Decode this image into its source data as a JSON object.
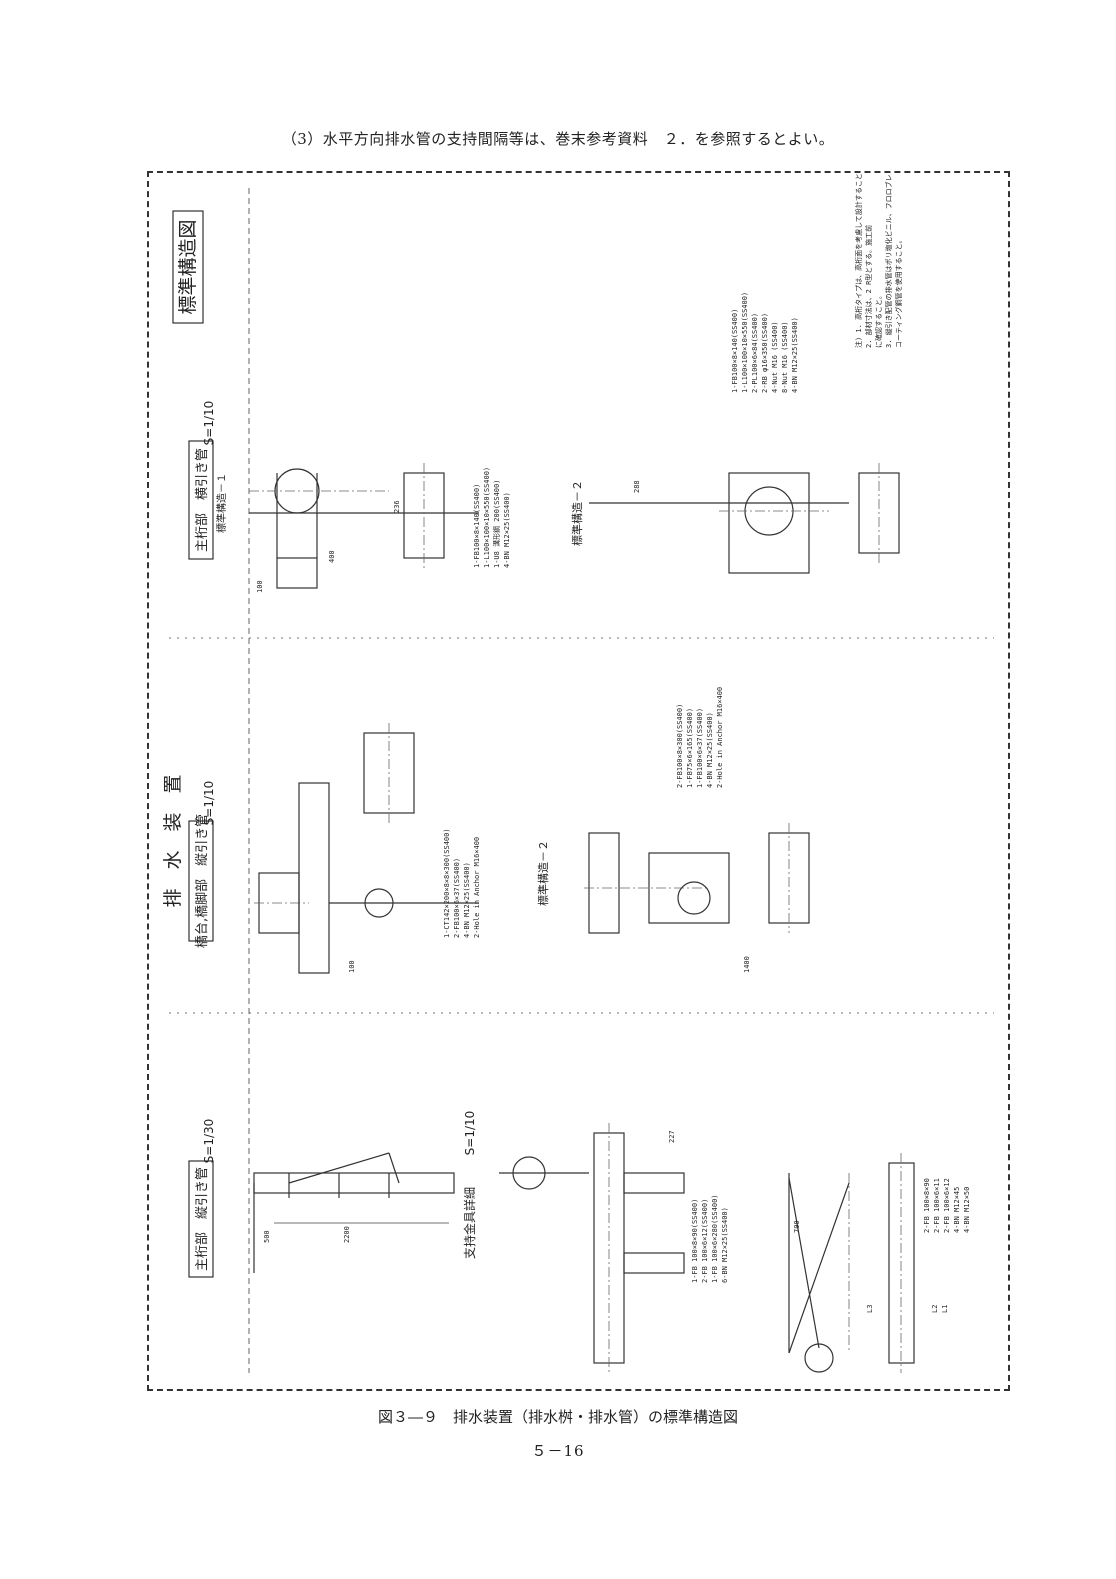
{
  "header_note": "（3）水平方向排水管の支持間隔等は、巻末参考資料　２．を参照するとよい。",
  "drawing": {
    "title_box": "標準構造図",
    "main_title": "排　水　装　置",
    "sections": {
      "left_top": "主桁部　横引き管",
      "left_top_scale": "S=1/10",
      "struct_1": "標準構造－１",
      "struct_2": "標準構造－２",
      "middle_top": "橋台,橋脚部　縦引き管",
      "middle_scale": "S=1/10",
      "bottom_title": "主桁部　縦引き管",
      "bottom_scale": "S=1/30",
      "support_detail": "支持金具詳細",
      "support_scale": "S=1/10"
    },
    "notes": [
      "注) 1. 高桁タイプは、高桁面を考慮して設計すること。",
      "2. 部材寸法は、2 R型とする。施工前",
      "に確認すること。",
      "3. 縦引き配管の排水管はポリ塩化ビニル、フロロブレン",
      "コーティング鋼管を使用すること。"
    ],
    "parts_lists": {
      "p1": [
        "1-FB100×8×140(SS400)",
        "1-L100×100×10×550(SS400)",
        "2-PL100×6×84(SS400)",
        "2-RB φ16×350(SS400)",
        "4-Nut M16 (SS400)",
        "8-Nut M16 (SS400)",
        "4-BN M12×25(SS400)"
      ],
      "p2": [
        "1-FB100×8×140(SS400)",
        "1-L100×100×10×550(SS400)",
        "1-U8 溝形鋼 200(SS400)",
        "4-BN M12×25(SS400)"
      ],
      "p3": [
        "2-FB100×8×300(SS400)",
        "1-FB75×6×165(SS400)",
        "1-FB100×6×37(SS400)",
        "4-BN M12×25(SS400)",
        "2-Hole in Anchor M16×400"
      ],
      "p4": [
        "1-CT142×200×8×8×300(SS400)",
        "2-FB100×6×37(SS400)",
        "4-BN M12×25(SS400)",
        "2-Hole in Anchor M16×400"
      ],
      "p5": [
        "1-FB 100×8×90(SS400)",
        "2-FB 100×6×12(SS400)",
        "1-FB 100×6×280(SS400)",
        "6-BN M12×25(SS400)"
      ],
      "p6": [
        "2-FB 100×8×90",
        "2-FB 100×6×11",
        "2-FB 100×6×12",
        "4-BN M12×45",
        "4-BN M12×50"
      ]
    },
    "dims": [
      "100",
      "400",
      "236",
      "288",
      "1400",
      "2200",
      "500",
      "227",
      "700",
      "L3",
      "L2",
      "L1"
    ]
  },
  "caption": "図３―９　排水装置（排水桝・排水管）の標準構造図",
  "page_number": "５－16"
}
